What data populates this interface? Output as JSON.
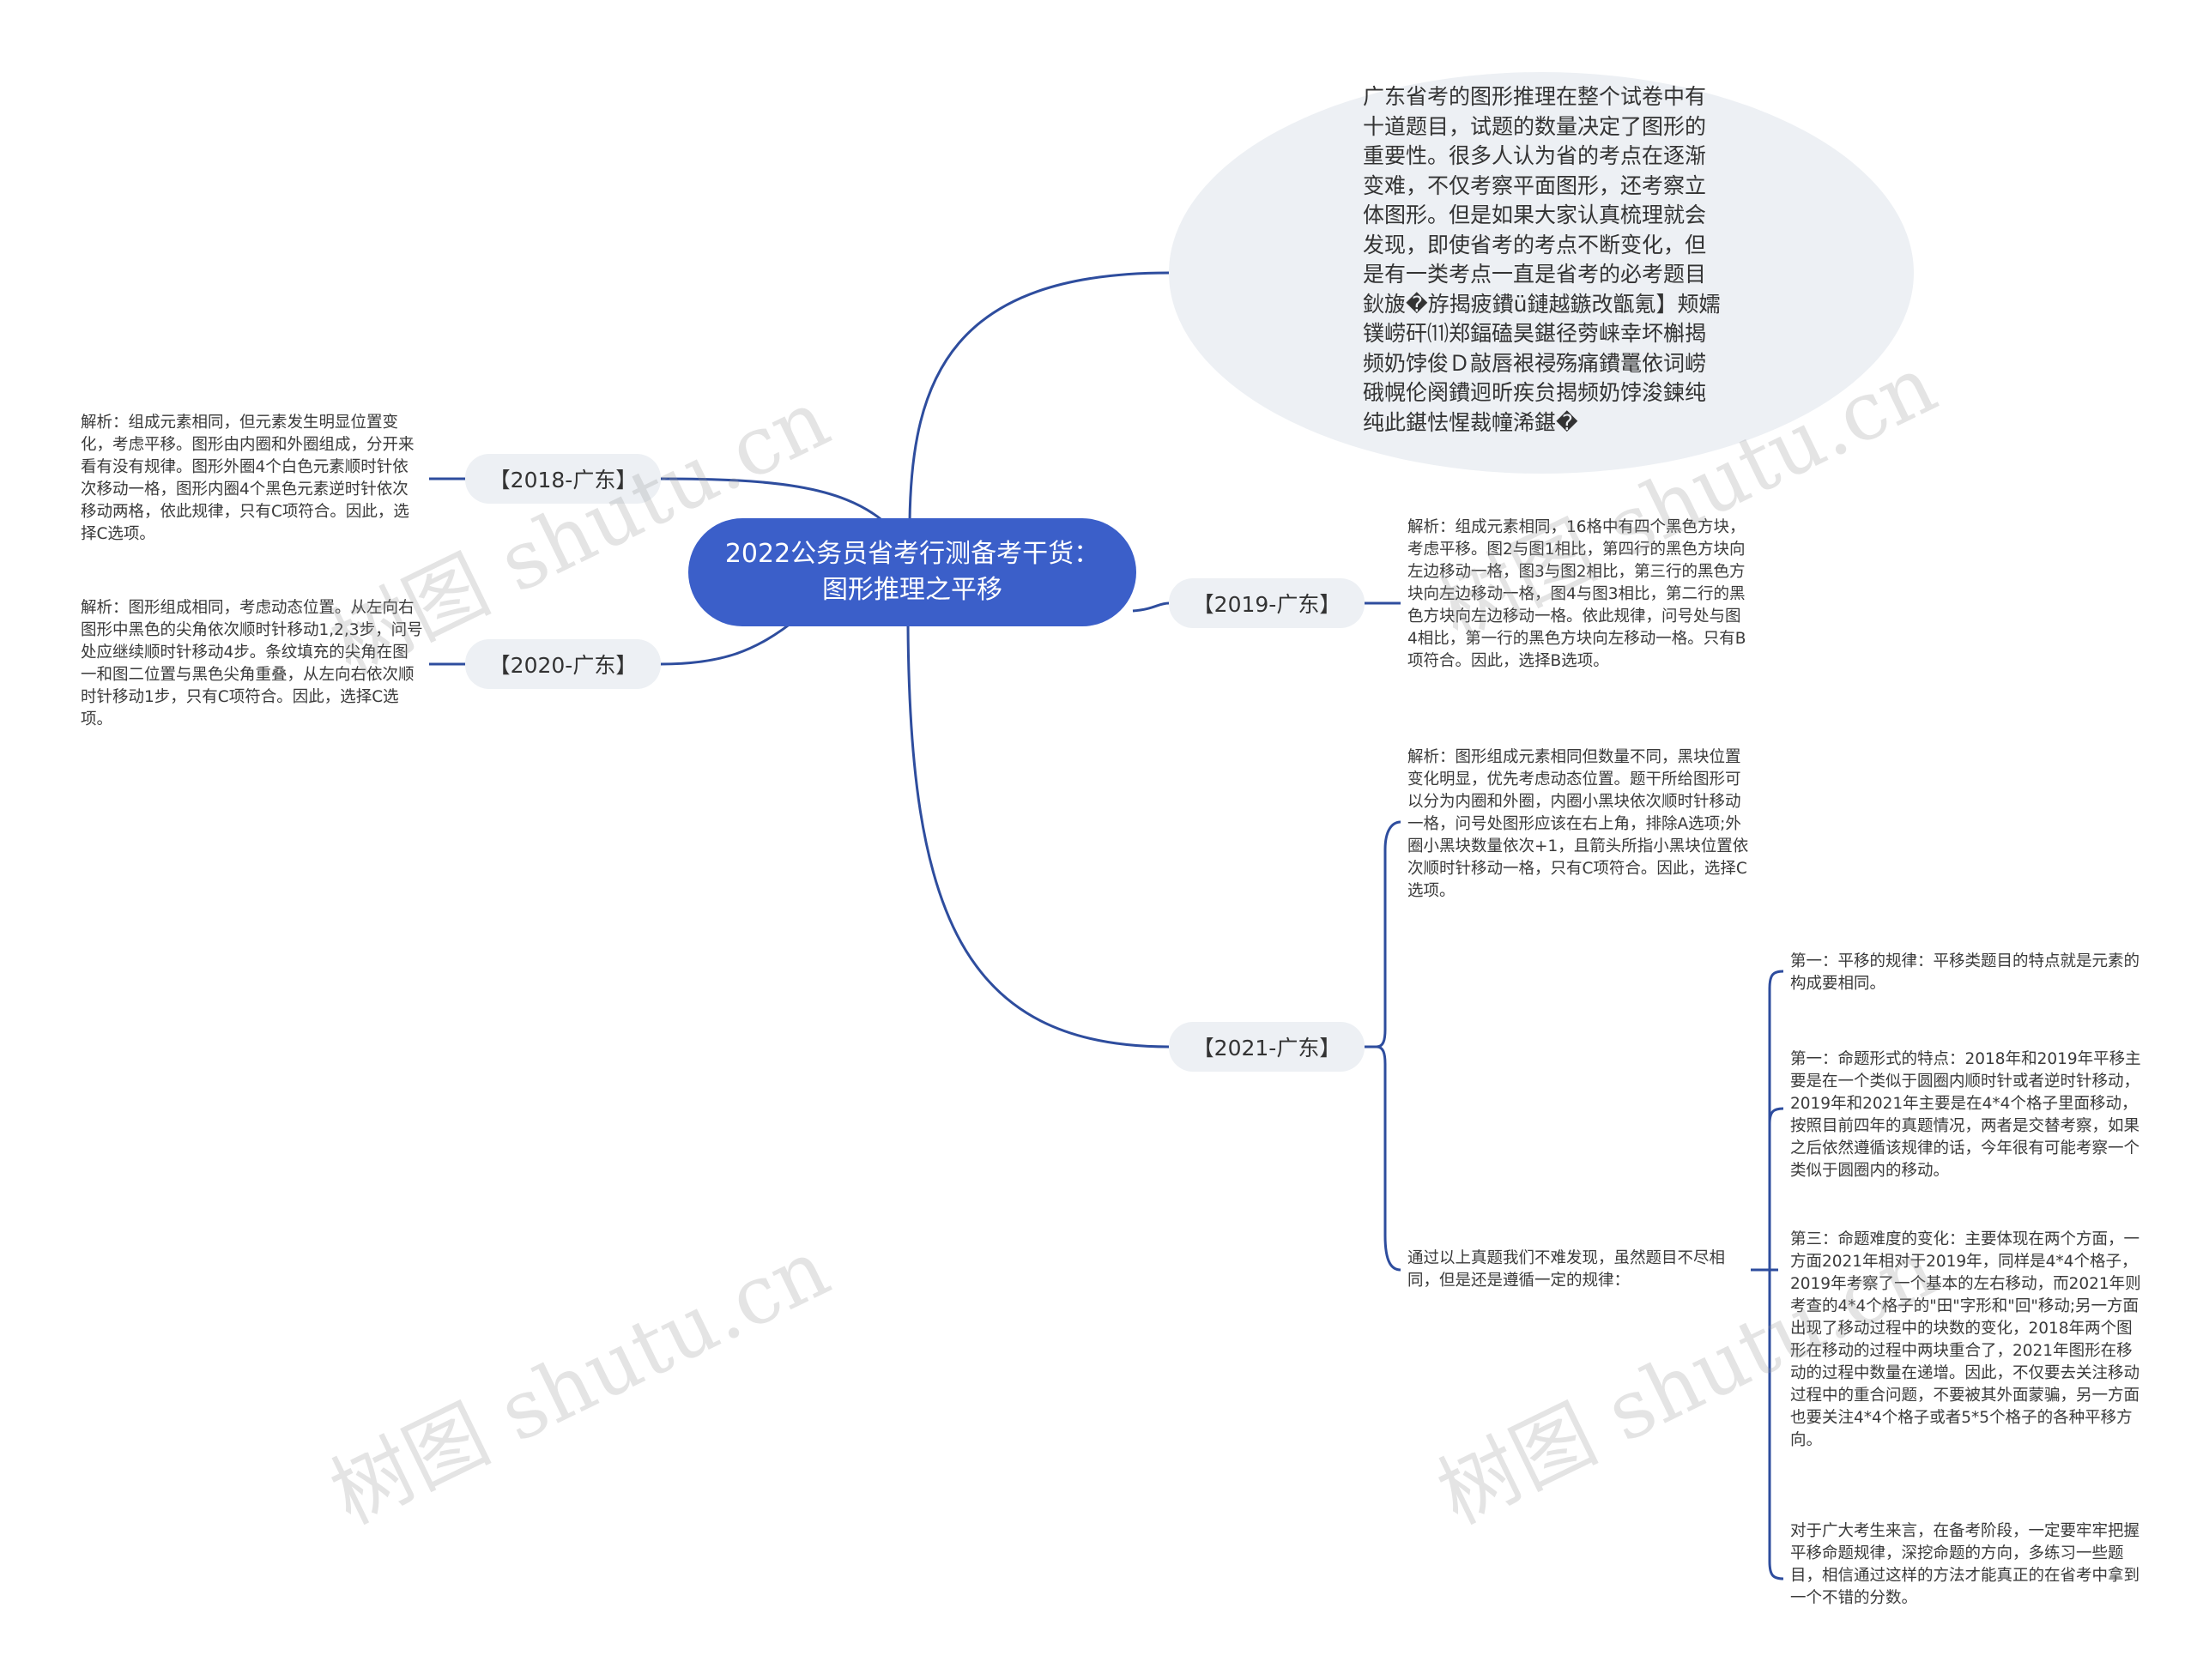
{
  "root": {
    "title": "2022公务员省考行测备考干货：图形推理之平移"
  },
  "intro": "广东省考的图形推理在整个试卷中有十道题目，试题的数量决定了图形的重要性。很多人认为省的考点在逐渐变难，不仅考察平面图形，还考察立体图形。但是如果大家认真梳理就会发现，即使省考的考点不断变化，但是有一类考点一直是省考的必考题目鈥旇�斿揭疲鐨ü鏈越鏃改甑氪】颊嬬镤崂矸⑾郑鍢磕昊鍖径䓖崃幸坏槲揭频奶饽俊Ｄ敲唇裉祲殇痛鐨鼍依词崂硪幌伦阕鐨迥昕疾贠揭频奶饽浚鍊纯纯此鍖怯惺裁幢浠鍖�",
  "branches": {
    "y2018": {
      "label": "【2018-广东】",
      "note": "解析：组成元素相同，但元素发生明显位置变化，考虑平移。图形由内圈和外圈组成，分开来看有没有规律。图形外圈4个白色元素顺时针依次移动一格，图形内圈4个黑色元素逆时针依次移动两格，依此规律，只有C项符合。因此，选择C选项。"
    },
    "y2020": {
      "label": "【2020-广东】",
      "note": "解析：图形组成相同，考虑动态位置。从左向右图形中黑色的尖角依次顺时针移动1,2,3步，问号处应继续顺时针移动4步。条纹填充的尖角在图一和图二位置与黑色尖角重叠，从左向右依次顺时针移动1步，只有C项符合。因此，选择C选项。"
    },
    "y2019": {
      "label": "【2019-广东】",
      "note": "解析：组成元素相同，16格中有四个黑色方块，考虑平移。图2与图1相比，第四行的黑色方块向左边移动一格，图3与图2相比，第三行的黑色方块向左边移动一格，图4与图3相比，第二行的黑色方块向左边移动一格。依此规律，问号处与图4相比，第一行的黑色方块向左移动一格。只有B项符合。因此，选择B选项。"
    },
    "y2021": {
      "label": "【2021-广东】",
      "note": "解析：图形组成元素相同但数量不同，黑块位置变化明显，优先考虑动态位置。题干所给图形可以分为内圈和外圈，内圈小黑块依次顺时针移动一格，问号处图形应该在右上角，排除A选项;外圈小黑块数量依次+1，且箭头所指小黑块位置依次顺时针移动一格，只有C项符合。因此，选择C选项。",
      "summary": "通过以上真题我们不难发现，虽然题目不尽相同，但是还是遵循一定的规律：",
      "points": [
        "第一：平移的规律：平移类题目的特点就是元素的构成要相同。",
        "第一：命题形式的特点：2018年和2019年平移主要是在一个类似于圆圈内顺时针或者逆时针移动，2019年和2021年主要是在4*4个格子里面移动，按照目前四年的真题情况，两者是交替考察，如果之后依然遵循该规律的话，今年很有可能考察一个类似于圆圈内的移动。",
        "第三：命题难度的变化：主要体现在两个方面，一方面2021年相对于2019年，同样是4*4个格子，2019年考察了一个基本的左右移动，而2021年则考查的4*4个格子的\"田\"字形和\"回\"移动;另一方面出现了移动过程中的块数的变化，2018年两个图形在移动的过程中两块重合了，2021年图形在移动的过程中数量在递增。因此，不仅要去关注移动过程中的重合问题，不要被其外面蒙骗，另一方面也要关注4*4个格子或者5*5个格子的各种平移方向。",
        "对于广大考生来言，在备考阶段，一定要牢牢把握平移命题规律，深挖命题的方向，多练习一些题目，相信通过这样的方法才能真正的在省考中拿到一个不错的分数。"
      ]
    }
  },
  "watermark": "树图 shutu.cn",
  "colors": {
    "root": "#3b5fc9",
    "line": "#2e4d9e",
    "node_bg": "#edf0f4"
  }
}
